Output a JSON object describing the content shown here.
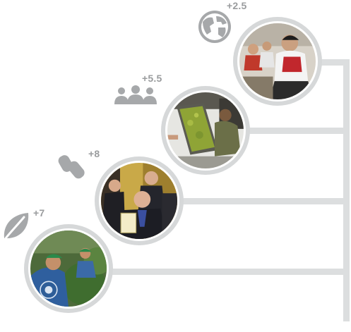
{
  "steps": [
    {
      "id": "leaf",
      "icon": "leaf-icon",
      "value_label": "+7"
    },
    {
      "id": "thumbs",
      "icon": "thumbs-icon",
      "value_label": "+8"
    },
    {
      "id": "people",
      "icon": "people-icon",
      "value_label": "+5.5"
    },
    {
      "id": "globe",
      "icon": "globe-icon",
      "value_label": "+2.5"
    }
  ],
  "colors": {
    "connector": "#dcdedf",
    "ring": "#d6d8d9",
    "icon": "#a6a8aa",
    "label": "#9a9c9e"
  }
}
